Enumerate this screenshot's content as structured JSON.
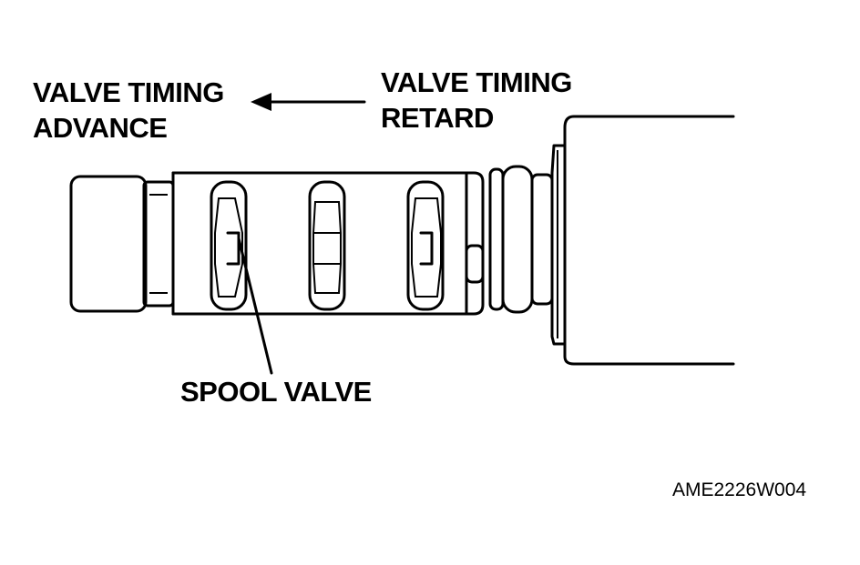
{
  "labels": {
    "advance": [
      "VALVE TIMING",
      "ADVANCE"
    ],
    "retard": [
      "VALVE TIMING",
      "RETARD"
    ],
    "spool": "SPOOL VALVE",
    "code": "AME2226W004"
  }
}
